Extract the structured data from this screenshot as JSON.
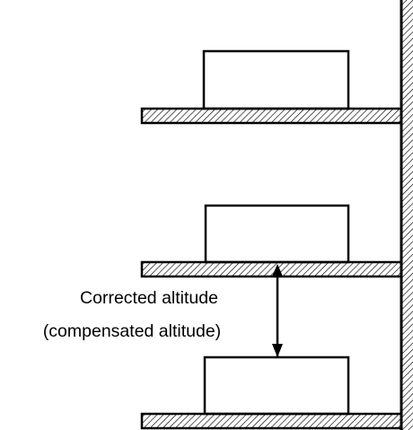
{
  "diagram": {
    "label": {
      "line1": "Corrected altitude",
      "line2": "(compensated altitude)"
    },
    "colors": {
      "stroke": "#000000",
      "background": "#ffffff"
    },
    "parts": [
      "wall",
      "shelf",
      "box",
      "hatching",
      "dimension-arrow"
    ]
  }
}
